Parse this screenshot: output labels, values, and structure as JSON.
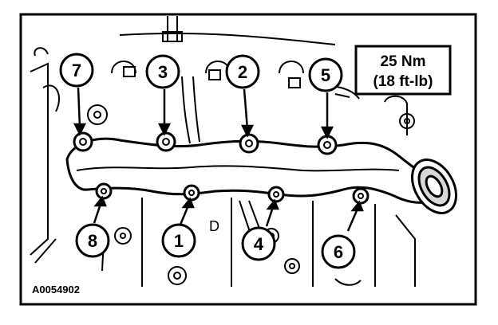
{
  "torque_spec": {
    "line1": "25 Nm",
    "line2": "(18 ft-lb)"
  },
  "figure_code": "A0054902",
  "part_letter": "D",
  "callouts": [
    {
      "id": "7",
      "label": "7"
    },
    {
      "id": "3",
      "label": "3"
    },
    {
      "id": "2",
      "label": "2"
    },
    {
      "id": "5",
      "label": "5"
    },
    {
      "id": "8",
      "label": "8"
    },
    {
      "id": "1",
      "label": "1"
    },
    {
      "id": "4",
      "label": "4"
    },
    {
      "id": "6",
      "label": "6"
    }
  ],
  "colors": {
    "ink": "#000000",
    "paper": "#ffffff",
    "shade": "#d8d8d8"
  }
}
